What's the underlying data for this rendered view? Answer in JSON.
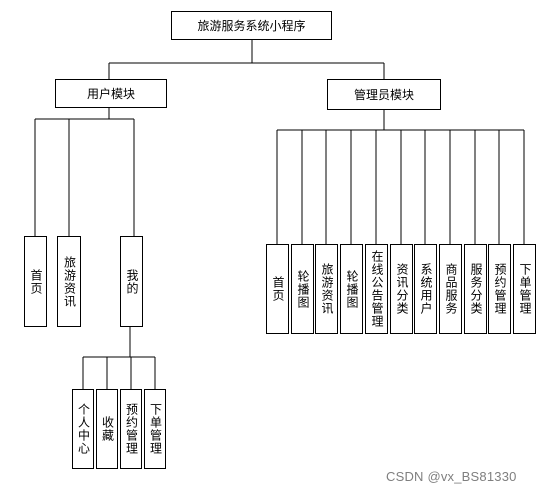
{
  "root": {
    "label": "旅游服务系统小程序"
  },
  "user_module": {
    "label": "用户模块",
    "children": [
      {
        "label": "首页"
      },
      {
        "label": "旅游资讯"
      },
      {
        "label": "我的",
        "children": [
          {
            "label": "个人中心"
          },
          {
            "label": "收藏"
          },
          {
            "label": "预约管理"
          },
          {
            "label": "下单管理"
          }
        ]
      }
    ]
  },
  "admin_module": {
    "label": "管理员模块",
    "children": [
      {
        "label": "首页"
      },
      {
        "label": "轮播图"
      },
      {
        "label": "旅游资讯"
      },
      {
        "label": "轮播图"
      },
      {
        "label": "在线公告管理"
      },
      {
        "label": "资讯分类"
      },
      {
        "label": "系统用户"
      },
      {
        "label": "商品服务"
      },
      {
        "label": "服务分类"
      },
      {
        "label": "预约管理"
      },
      {
        "label": "下单管理"
      }
    ]
  },
  "watermark": "CSDN @vx_BS81330"
}
